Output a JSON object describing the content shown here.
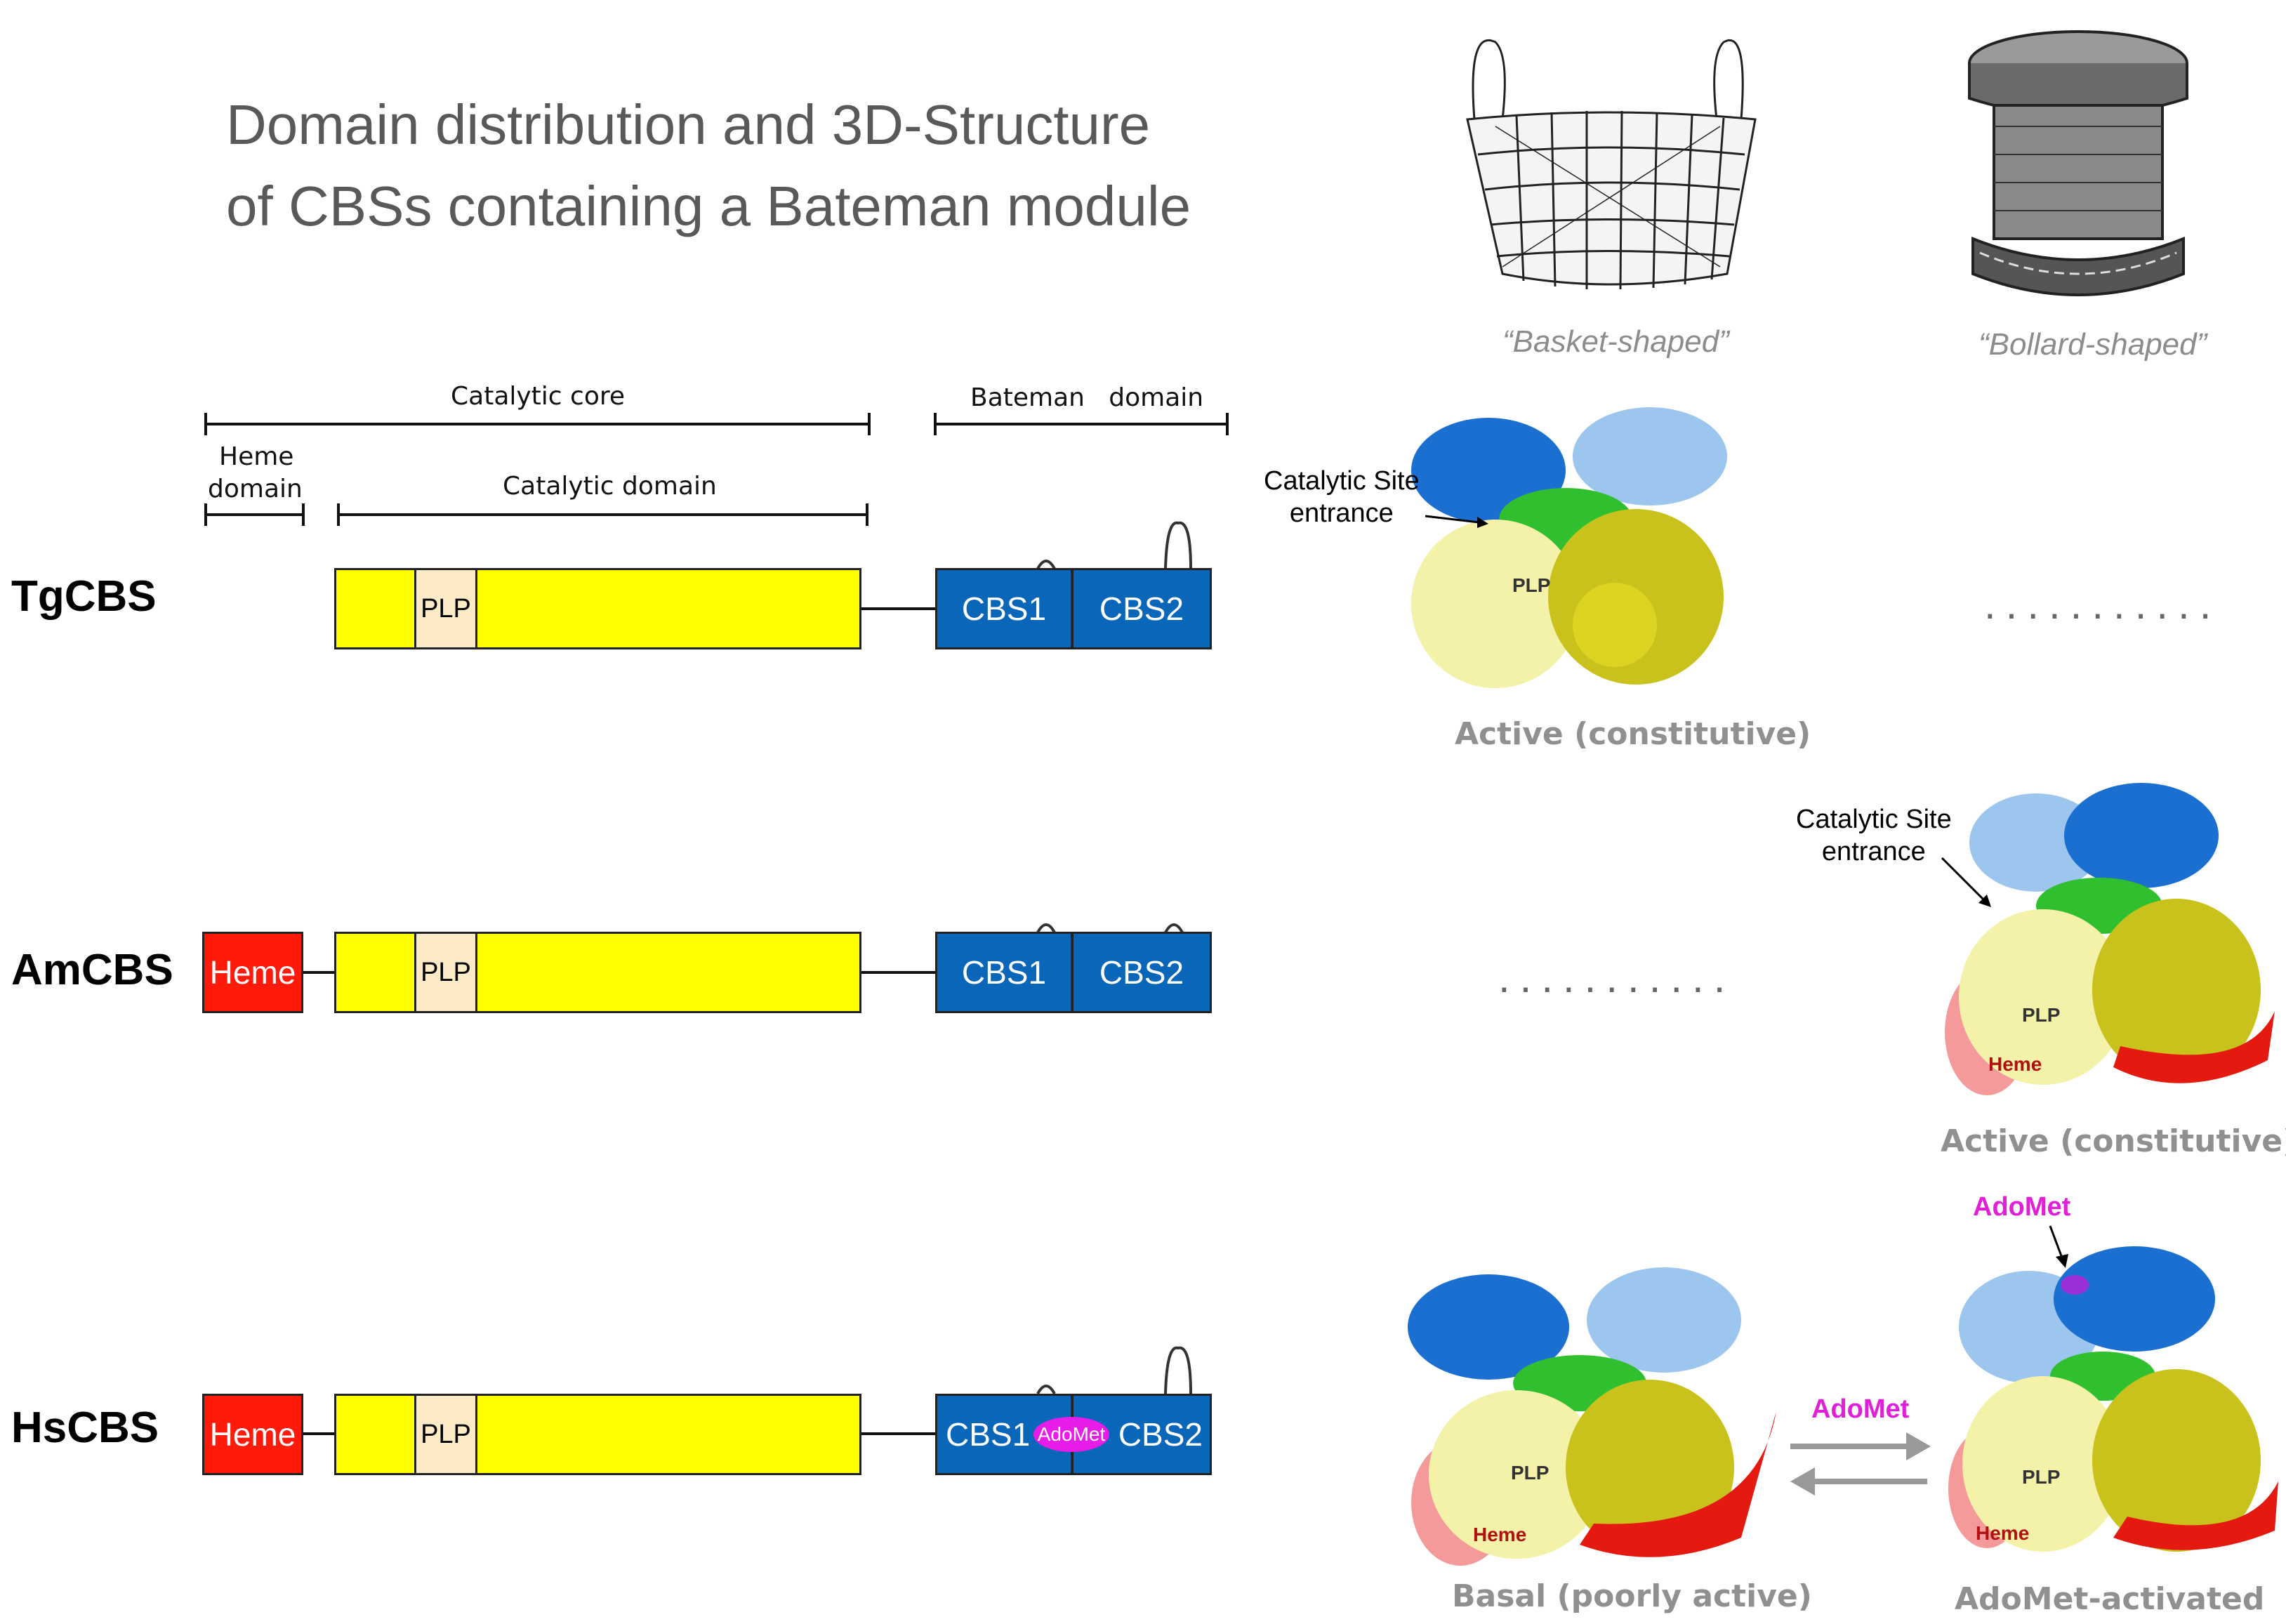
{
  "title": {
    "line1": "Domain distribution and 3D-Structure",
    "line2": "of CBSs containing a Bateman module"
  },
  "illustrations": {
    "basket_caption": "“Basket-shaped”",
    "bollard_caption": "“Bollard-shaped”"
  },
  "brackets": {
    "catalytic_core": "Catalytic core",
    "bateman_domain": "Bateman   domain",
    "heme_domain_line1": "Heme",
    "heme_domain_line2": "domain",
    "catalytic_domain": "Catalytic domain"
  },
  "rows": [
    {
      "name": "TgCBS",
      "plp": "PLP",
      "cbs1": "CBS1",
      "cbs2": "CBS2"
    },
    {
      "name": "AmCBS",
      "heme": "Heme",
      "plp": "PLP",
      "cbs1": "CBS1",
      "cbs2": "CBS2"
    },
    {
      "name": "HsCBS",
      "heme": "Heme",
      "plp": "PLP",
      "cbs1": "CBS1",
      "adomet": "AdoMet",
      "cbs2": "CBS2"
    }
  ],
  "structures": {
    "tg_site_line1": "Catalytic Site",
    "tg_site_line2": "entrance",
    "tg_caption": "Active (constitutive)",
    "tg_plp": "PLP",
    "am_site_line1": "Catalytic Site",
    "am_site_line2": "entrance",
    "am_caption": "Active (constitutive)",
    "am_plp": "PLP",
    "am_heme": "Heme",
    "hs_basal_caption": "Basal (poorly active)",
    "hs_basal_plp": "PLP",
    "hs_basal_heme": "Heme",
    "hs_arrow_label": "AdoMet",
    "hs_adomet_label": "AdoMet",
    "hs_active_caption": "AdoMet-activated",
    "hs_active_plp": "PLP",
    "hs_active_heme": "Heme",
    "placeholder_dots": "..........."
  },
  "colors": {
    "catalytic": "#ffff00",
    "plp": "#fdebc8",
    "heme": "#ff1a0a",
    "cbs": "#0a66b8",
    "adomet": "#e81ce8",
    "caption_gray": "#909090"
  }
}
